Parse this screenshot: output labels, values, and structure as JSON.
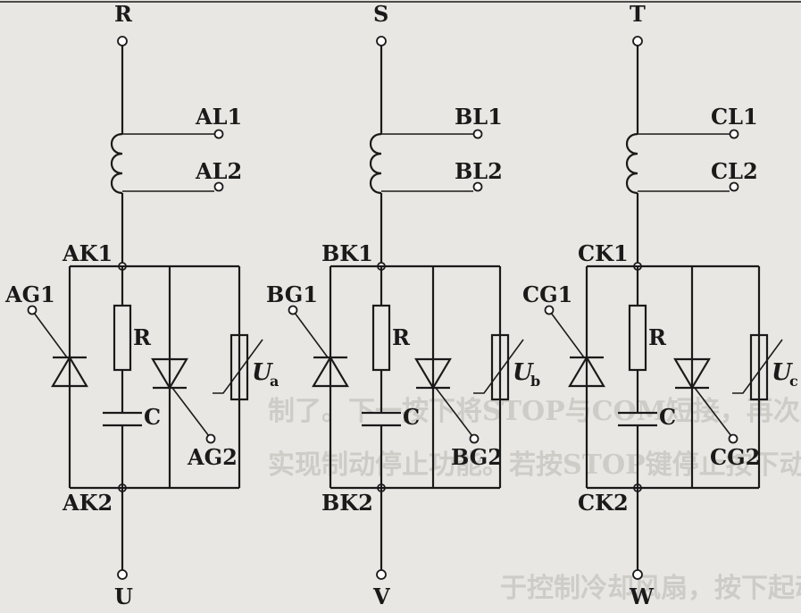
{
  "phases": [
    {
      "id": "A",
      "top_terminal": "R",
      "bottom_terminal": "U",
      "coil_top": "AL1",
      "coil_bottom": "AL2",
      "node_top": "AK1",
      "node_bottom": "AK2",
      "gate1": "AG1",
      "gate2": "AG2",
      "resistor": "R",
      "capacitor": "C",
      "varistor_main": "U",
      "varistor_sub": "a"
    },
    {
      "id": "B",
      "top_terminal": "S",
      "bottom_terminal": "V",
      "coil_top": "BL1",
      "coil_bottom": "BL2",
      "node_top": "BK1",
      "node_bottom": "BK2",
      "gate1": "BG1",
      "gate2": "BG2",
      "resistor": "R",
      "capacitor": "C",
      "varistor_main": "U",
      "varistor_sub": "b"
    },
    {
      "id": "C",
      "top_terminal": "T",
      "bottom_terminal": "W",
      "coil_top": "CL1",
      "coil_bottom": "CL2",
      "node_top": "CK1",
      "node_bottom": "CK2",
      "gate1": "CG1",
      "gate2": "CG2",
      "resistor": "R",
      "capacitor": "C",
      "varistor_main": "U",
      "varistor_sub": "c"
    }
  ],
  "background_text": {
    "line1": "制了。下一按下将STOP与COM短接，再次开始起",
    "line2": "实现制动停止功能。若按STOP键停止按下动断点，",
    "line3": "于控制冷却风扇，按下起动按钮时动合点闭合："
  },
  "colors": {
    "ink": "#1a1a1a",
    "paper": "#e9e7e3"
  }
}
